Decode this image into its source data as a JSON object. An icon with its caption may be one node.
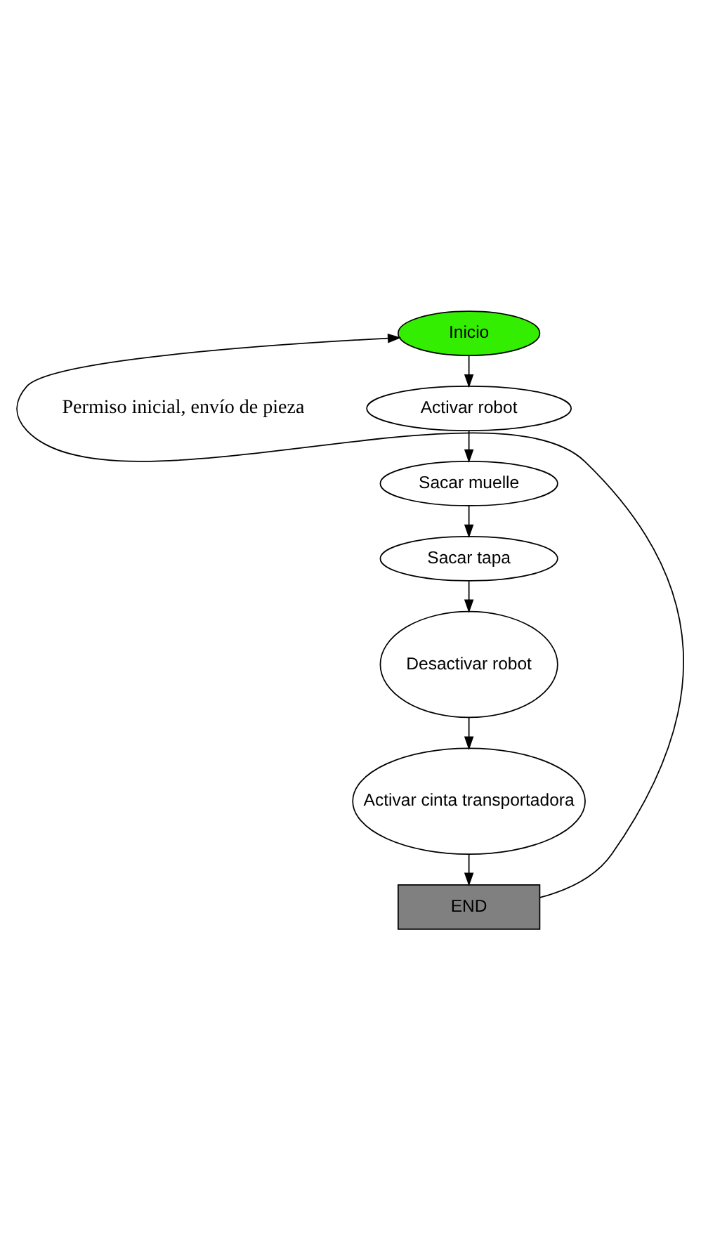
{
  "diagram": {
    "nodes": [
      {
        "text": [
          "Inicio"
        ]
      },
      {
        "text": [
          "Activar robot"
        ]
      },
      {
        "text": [
          "Sacar muelle"
        ]
      },
      {
        "text": [
          "Sacar tapa"
        ]
      },
      {
        "text": [
          "Desactivar robot"
        ]
      },
      {
        "text": [
          "Activar cinta transportadora"
        ]
      },
      {
        "text": [
          "END"
        ]
      }
    ],
    "edges": [
      {
        "from": 0,
        "to": 1,
        "arrow": "to"
      },
      {
        "from": 1,
        "to": 2,
        "arrow": "to"
      },
      {
        "from": 2,
        "to": 3,
        "arrow": "to"
      },
      {
        "from": 3,
        "to": 4,
        "arrow": "to"
      },
      {
        "from": 4,
        "to": 5,
        "arrow": "to"
      },
      {
        "from": 5,
        "to": 6,
        "arrow": "to"
      },
      {
        "from": 6,
        "to": 0,
        "arrow": "to"
      }
    ],
    "labels": [
      "Permiso inicial, envío de pieza"
    ]
  }
}
